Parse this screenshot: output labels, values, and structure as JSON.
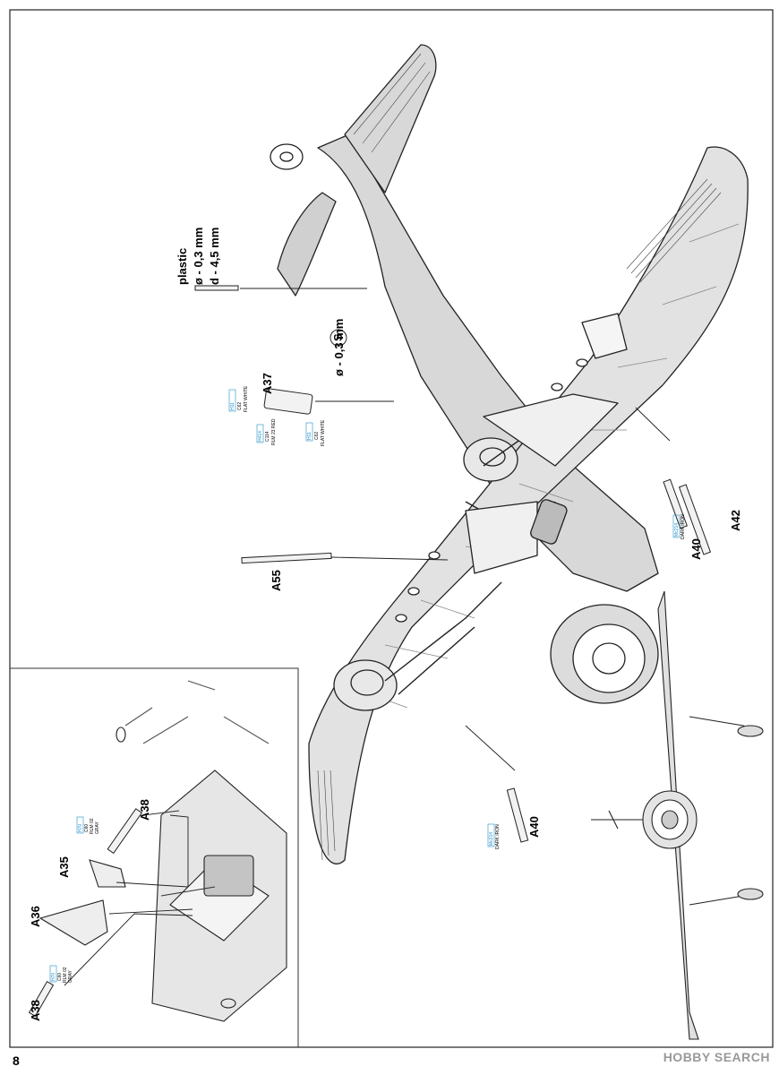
{
  "page_number": "8",
  "watermark": "HOBBY SEARCH",
  "plastic_note": {
    "line1": "plastic",
    "line2": "ø - 0,3 mm",
    "line3": "d - 4,5 mm"
  },
  "drill_note": {
    "text": "ø - 0,3 mm"
  },
  "parts": {
    "a37": "A37",
    "a55": "A55",
    "a40_right": "A40",
    "a42": "A42",
    "a40_bottom": "A40",
    "a38_top": "A38",
    "a35": "A35",
    "a36": "A36",
    "a38_bottom": "A38"
  },
  "paint": {
    "a37_tag1": "H11",
    "a37_code1": "C62",
    "a37_name1": "FLAT WHITE",
    "a37_tag2": "H414",
    "a37_code2": "C114",
    "a37_name2": "RLM 23 RED",
    "a37_tag3": "H11",
    "a37_code3": "C62",
    "a37_name3": "FLAT WHITE",
    "a40r_tag": "Mc214",
    "a40r_name": "DARK IRON",
    "a40b_tag": "Mc214",
    "a40b_name": "DARK IRON",
    "a38t_tag": "H70",
    "a38t_code": "C60",
    "a38t_name1": "RLM 02",
    "a38t_name2": "GRAY",
    "a38b_tag": "H70",
    "a38b_code": "C60",
    "a38b_name1": "RLM 02",
    "a38b_name2": "GRAY"
  }
}
